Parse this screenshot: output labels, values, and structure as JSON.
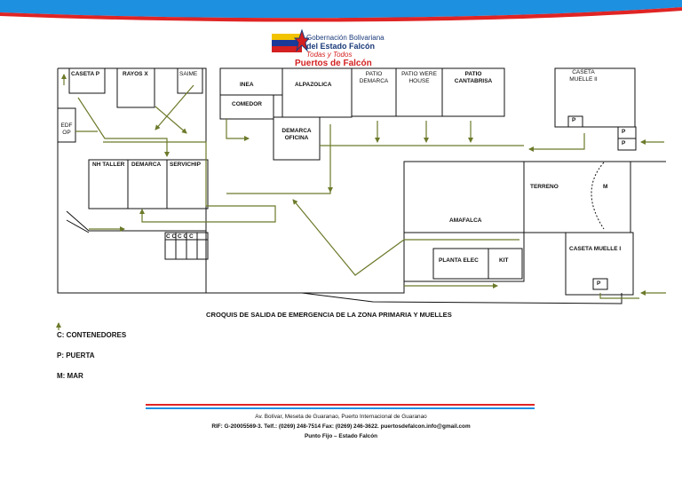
{
  "colors": {
    "banner_blue": "#1e90e0",
    "banner_red": "#e02424",
    "route_green": "#6b7a2a",
    "wall": "#111111",
    "logo_navy": "#1a3a7a",
    "logo_red": "#d42020"
  },
  "logo": {
    "line1": "Gobernación Bolivariana",
    "line2": "del Estado Falcón",
    "tagline": "Todas y Todos",
    "brand": "Puertos de Falcón"
  },
  "rooms": {
    "caseta_p": "CASETA P",
    "rayos_x": "RAYOS X",
    "saime": "SAIME",
    "inea": "INEA",
    "alpazolica": "ALPAZOLICA",
    "patio_demarca": "PATIO DEMARCA",
    "patio_werehouse": "PATIO WERE HOUSE",
    "patio_cantabrisa": "PATIO CANTABRISA",
    "caseta_muelle_ii": "CASETA MUELLE II",
    "comedor": "COMEDOR",
    "demarca_oficina": "DEMARCA OFICINA",
    "edf_op": "EDF OP",
    "nh_taller": "NH TALLER",
    "demarca": "DEMARCA",
    "servichip": "SERVICHIP",
    "terreno": "TERRENO",
    "mar": "M",
    "amafalca": "AMAFALCA",
    "planta_elec": "PLANTA ELEC",
    "kit": "KIT",
    "caseta_muelle_i": "CASETA MUELLE I",
    "puerta": "P",
    "contenedores": "C C C C C"
  },
  "caption": "CROQUIS DE SALIDA DE EMERGENCIA DE LA ZONA PRIMARIA Y MUELLES",
  "legend": {
    "contenedores": "C: CONTENEDORES",
    "puerta": "P: PUERTA",
    "mar": "M: MAR"
  },
  "footer": {
    "address": "Av. Bolívar, Meseta de Guaranao, Puerto Internacional de Guaranao",
    "contact": "RIF: G-20005569-3. Telf.: (0269) 248-7514 Fax: (0269) 246-3622. puertosdefalcon.info@gmail.com",
    "city": "Punto Fijo – Estado Falcón"
  }
}
